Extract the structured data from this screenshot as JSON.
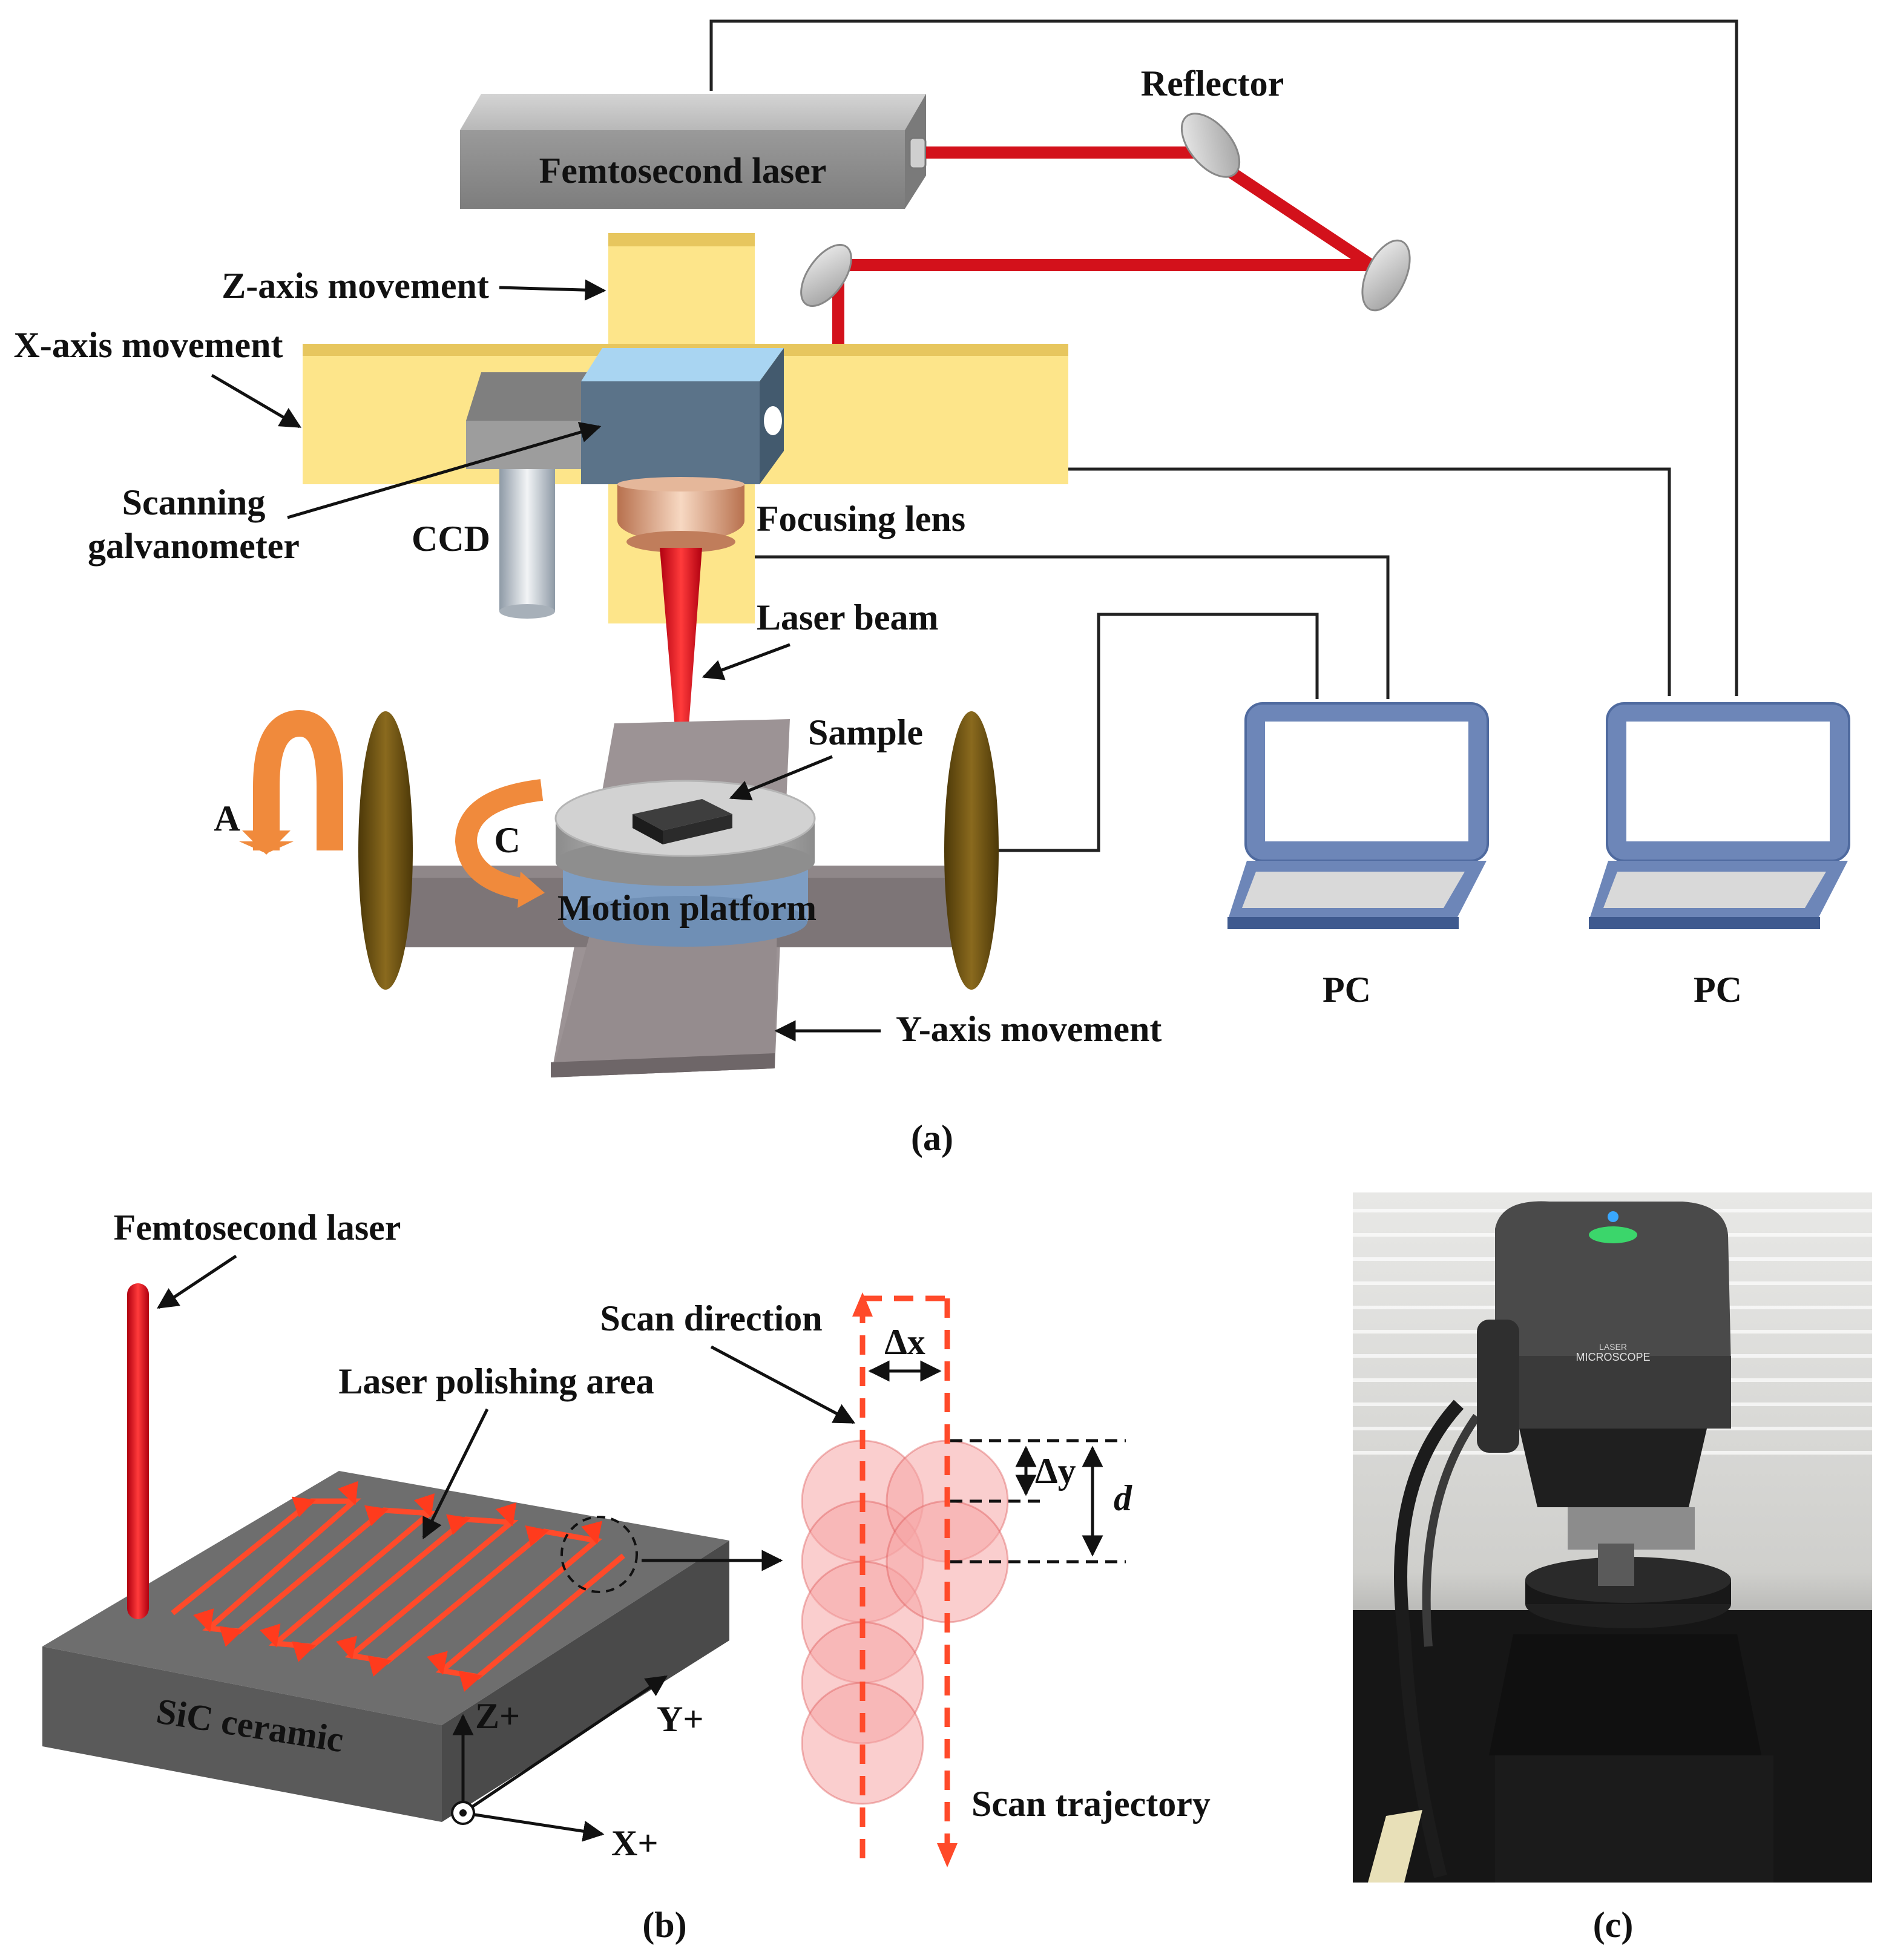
{
  "panel_a": {
    "caption": "(a)",
    "labels": {
      "femtosecond_laser": "Femtosecond laser",
      "reflector": "Reflector",
      "z_axis": "Z-axis movement",
      "x_axis": "X-axis movement",
      "scanning_line1": "Scanning",
      "scanning_line2": "galvanometer",
      "ccd": "CCD",
      "focusing_lens": "Focusing lens",
      "laser_beam": "Laser beam",
      "sample": "Sample",
      "rot_a": "A",
      "rot_c": "C",
      "motion_platform": "Motion platform",
      "y_axis": "Y-axis movement",
      "pc1": "PC",
      "pc2": "PC"
    }
  },
  "panel_b": {
    "caption": "(b)",
    "labels": {
      "femtosecond_laser": "Femtosecond laser",
      "polishing_area": "Laser polishing area",
      "sic": "SiC ceramic",
      "z_plus": "Z+",
      "y_plus": "Y+",
      "x_plus": "X+",
      "scan_direction": "Scan direction",
      "delta_x": "Δx",
      "delta_y": "Δy",
      "d": "d",
      "scan_trajectory": "Scan trajectory"
    }
  },
  "panel_c": {
    "caption": "(c)",
    "microscope_text_1": "LASER",
    "microscope_text_2": "MICROSCOPE"
  },
  "colors": {
    "laser_red": "#e0121c",
    "yellow_stage": "#fde58a",
    "galvo_blue": "#5b7389",
    "pc_blue": "#6d86b8",
    "rotation_orange": "#f08a3c",
    "bronze": "#6e5212",
    "sic_gray": "#5a5a5a"
  }
}
